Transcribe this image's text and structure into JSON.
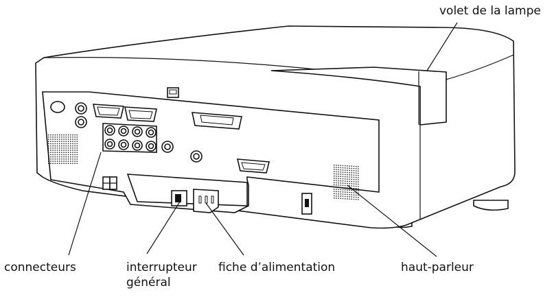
{
  "labels": {
    "lamp_door": "volet de la lampe",
    "connectors": "connecteurs",
    "power_switch_line1": "interrupteur",
    "power_switch_line2": "général",
    "power_plug": "fiche d’alimentation",
    "speaker": "haut-parleur"
  },
  "colors": {
    "ink": "#111111",
    "fill": "#ffffff"
  },
  "icons": [
    "speaker-grille-icon",
    "vga-port-icon",
    "dvi-port-icon",
    "rca-jack-icon",
    "usb-port-icon",
    "power-switch-icon",
    "power-socket-icon",
    "security-lock-icon"
  ]
}
